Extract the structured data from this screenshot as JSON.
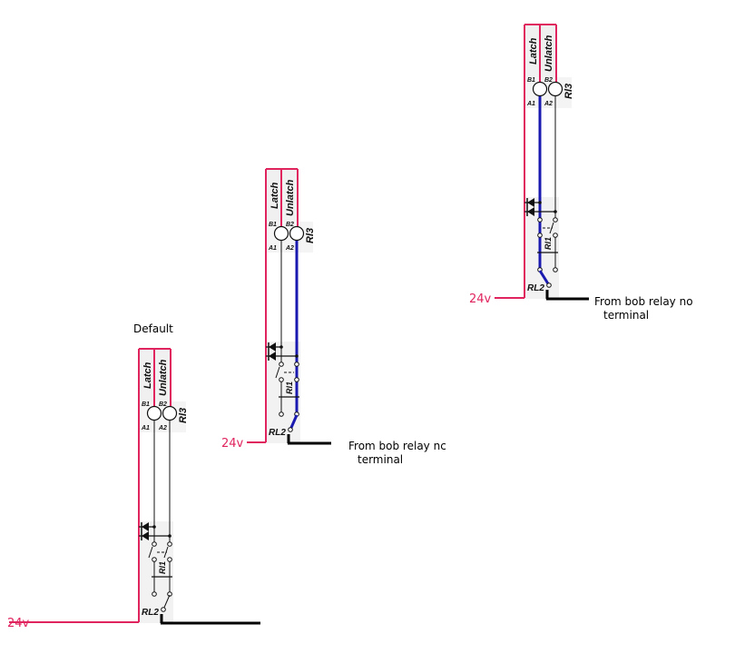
{
  "colors": {
    "supply": "#e0245e",
    "active": "#1a1ab0",
    "wire": "#111111",
    "feed": "#000000",
    "default_label": "#2222cc"
  },
  "circuits": [
    {
      "title": "Default",
      "supply_label": "24v",
      "latch_label": "Latch",
      "unlatch_label": "Unlatch",
      "b1": "B1",
      "b2": "B2",
      "a1": "A1",
      "a2": "A2",
      "relay3": "Rl3",
      "relay1": "Rl1",
      "relay2": "RL2",
      "active_path": "none",
      "note_line1": "",
      "note_line2": ""
    },
    {
      "title": "",
      "supply_label": "24v",
      "latch_label": "Latch",
      "unlatch_label": "Unlatch",
      "b1": "B1",
      "b2": "B2",
      "a1": "A1",
      "a2": "A2",
      "relay3": "Rl3",
      "relay1": "Rl1",
      "relay2": "RL2",
      "active_path": "unlatch",
      "note_line1": "From bob relay nc",
      "note_line2": "terminal"
    },
    {
      "title": "",
      "supply_label": "24v",
      "latch_label": "Latch",
      "unlatch_label": "Unlatch",
      "b1": "B1",
      "b2": "B2",
      "a1": "A1",
      "a2": "A2",
      "relay3": "Rl3",
      "relay1": "Rl1",
      "relay2": "RL2",
      "active_path": "latch",
      "note_line1": "From bob relay no",
      "note_line2": "terminal"
    }
  ]
}
